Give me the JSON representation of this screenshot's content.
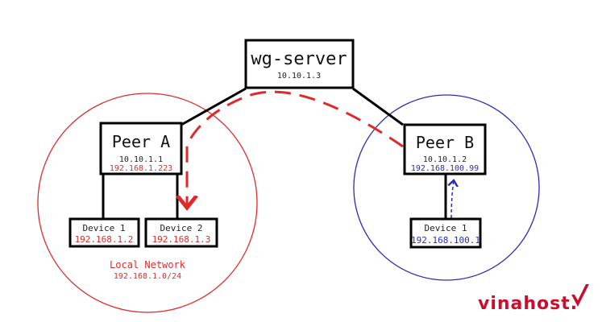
{
  "server": {
    "title": "wg-server",
    "ip": "10.10.1.3"
  },
  "peer_a": {
    "title": "Peer A",
    "wg_ip": "10.10.1.1",
    "lan_ip": "192.168.1.223"
  },
  "peer_b": {
    "title": "Peer B",
    "wg_ip": "10.10.1.2",
    "lan_ip": "192.168.100.99"
  },
  "devices_a": [
    {
      "title": "Device 1",
      "ip": "192.168.1.2"
    },
    {
      "title": "Device 2",
      "ip": "192.168.1.3"
    }
  ],
  "device_b": {
    "title": "Device 1",
    "ip": "192.168.100.1"
  },
  "local_network": {
    "label": "Local Network",
    "subnet": "192.168.1.0/24"
  },
  "logo": {
    "text": "vinahost.",
    "mark_name": "checkmark-icon"
  },
  "colors": {
    "red": "#e02a2a",
    "blue": "#2b2bb8",
    "black": "#000000",
    "logo": "#c8102e"
  }
}
